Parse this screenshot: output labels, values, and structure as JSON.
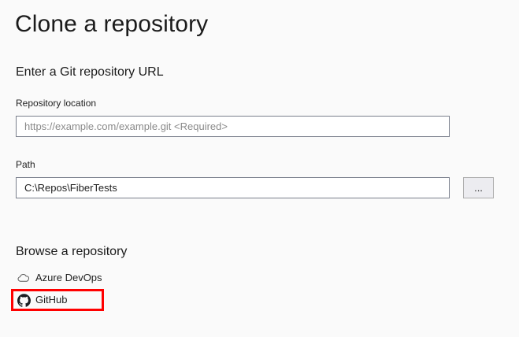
{
  "dialog": {
    "title": "Clone a repository"
  },
  "url_section": {
    "heading": "Enter a Git repository URL",
    "repository_location": {
      "label": "Repository location",
      "value": "",
      "placeholder": "https://example.com/example.git <Required>"
    },
    "path": {
      "label": "Path",
      "value": "C:\\Repos\\FiberTests",
      "placeholder": ""
    },
    "browse_button_label": "..."
  },
  "browse_section": {
    "heading": "Browse a repository",
    "sources": [
      {
        "label": "Azure DevOps",
        "icon": "cloud-icon",
        "highlighted": false
      },
      {
        "label": "GitHub",
        "icon": "github-icon",
        "highlighted": true
      }
    ]
  },
  "annotation": {
    "highlight_color": "#ff0000",
    "target": "GitHub"
  },
  "colors": {
    "background": "#fafafa",
    "text": "#1f1f1f",
    "input_border": "#7a7f8c",
    "button_face": "#ececf0",
    "placeholder": "#8a8a8a"
  }
}
